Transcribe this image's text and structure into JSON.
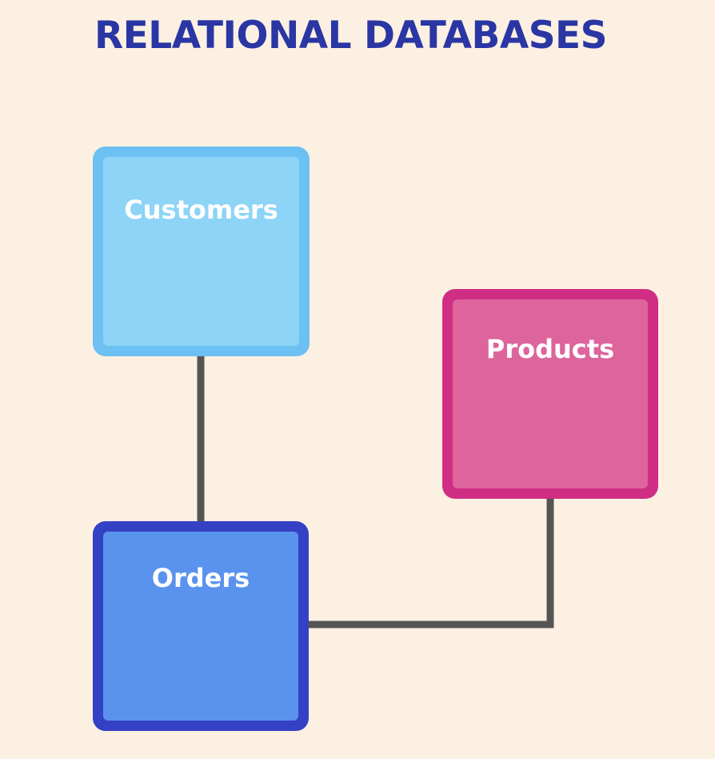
{
  "title": "RELATIONAL DATABASES",
  "tables": {
    "customers": {
      "label": "Customers",
      "color": "#8dd4f7",
      "border_color": "#6cc0f2"
    },
    "products": {
      "label": "Products",
      "color": "#dd649c",
      "border_color": "#d02e84"
    },
    "orders": {
      "label": "Orders",
      "color": "#5a93ee",
      "border_color": "#3441c4"
    }
  },
  "relationships": [
    {
      "from": "Customers",
      "to": "Orders"
    },
    {
      "from": "Orders",
      "to": "Products"
    }
  ],
  "colors": {
    "background": "#fcf0e2",
    "title": "#2a36a4",
    "connector": "#555555"
  }
}
